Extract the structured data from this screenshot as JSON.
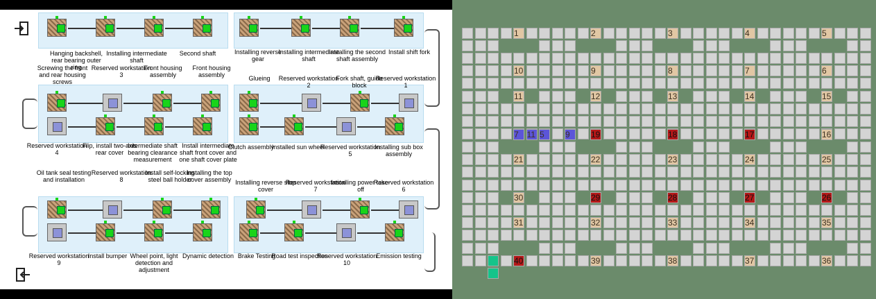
{
  "workstations": {
    "block1_top": [
      "Hanging backshell, rear bearing outer ring",
      "Installing intermediate shaft",
      "Second shaft"
    ],
    "block2_top": [
      "Installing reverse gear",
      "Installing intermediate shaft",
      "Installing the second shaft assembly",
      "Install shift fork"
    ],
    "block3_top": [
      "Screwing the front and rear housing screws",
      "Reserved workstation 3",
      "Front housing assembly",
      "Front housing assembly"
    ],
    "block3_bottom": [
      "Reserved workstation 4",
      "Flip, install two-axis rear cover",
      "Intermediate shaft bearing clearance measurement",
      "Install intermediate shaft front cover and one shaft cover plate"
    ],
    "block4_top": [
      "Glueing",
      "Reserved workstation 2",
      "Fork shaft, guide block",
      "Reserved workstation 1"
    ],
    "block4_bottom": [
      "Clutch assembly",
      "Installed sun wheel",
      "Reserved workstation 5",
      "Installing sub box assembly"
    ],
    "block5_top": [
      "Oil tank seal testing and installation",
      "Reserved workstation 8",
      "Install self-locking steel ball holder",
      "Installing the top cover assembly"
    ],
    "block5_bottom": [
      "Reserved workstation 9",
      "Install bumper",
      "Wheel point, light detection and adjustment",
      "Dynamic detection"
    ],
    "block6_top": [
      "Installing reverse stop cover",
      "Reserved workstation 7",
      "Installing power take-off",
      "Reserved workstation 6"
    ],
    "block6_bottom": [
      "Brake Testing",
      "Road test inspection",
      "Reserved workstation 10",
      "Emission testing"
    ]
  },
  "grid_labels": {
    "row1": [
      "1",
      "2",
      "3",
      "4",
      "5"
    ],
    "row2": [
      "10",
      "9",
      "8",
      "7",
      "6"
    ],
    "row3": [
      "11",
      "12",
      "13",
      "14",
      "15"
    ],
    "row4_blue": [
      "7",
      "11",
      "5",
      "9"
    ],
    "row4": [
      "19",
      "18",
      "17",
      "16"
    ],
    "row5": [
      "21",
      "22",
      "23",
      "24",
      "25"
    ],
    "row6": [
      "30",
      "29",
      "28",
      "27",
      "26"
    ],
    "row7": [
      "31",
      "32",
      "33",
      "34",
      "35"
    ],
    "row8": [
      "40",
      "39",
      "38",
      "37",
      "36"
    ]
  },
  "colors": {
    "tan": "#e1c7a4",
    "red": "#b51818",
    "blue": "#5c55d8",
    "green": "#15c48a",
    "floor": "#6b8b6b"
  }
}
